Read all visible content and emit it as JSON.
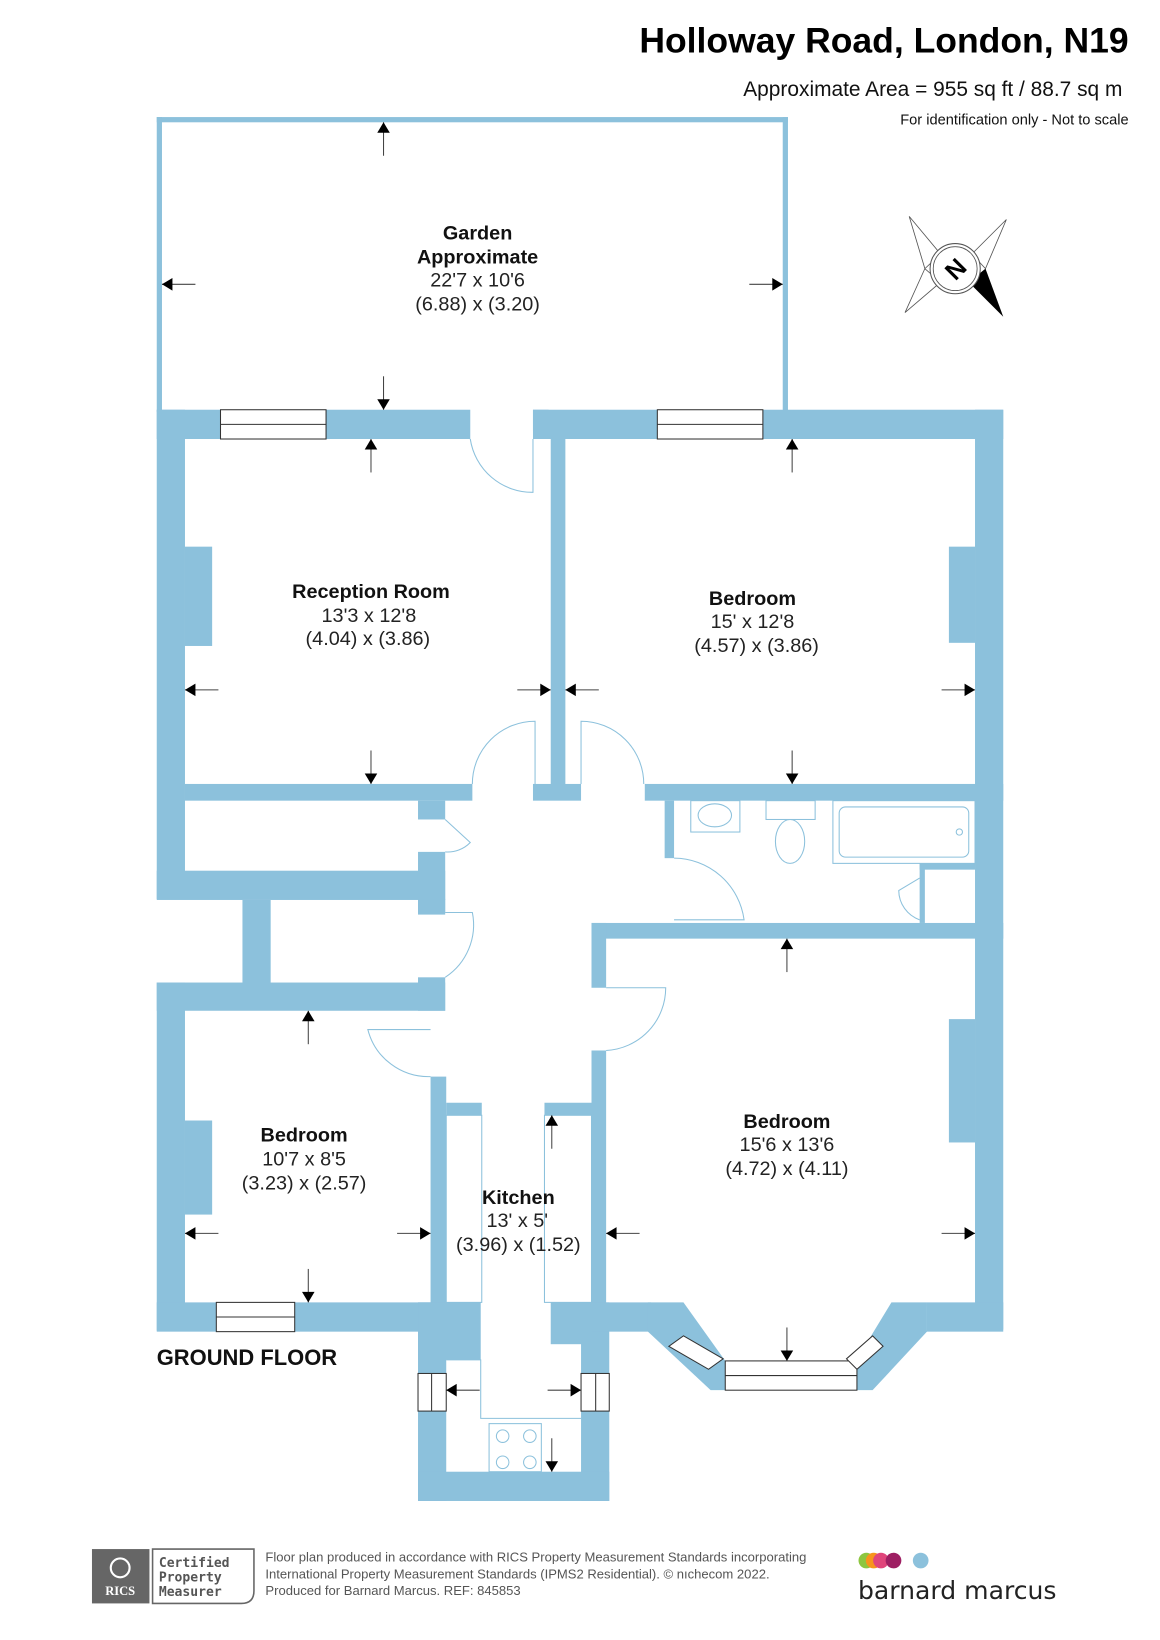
{
  "header": {
    "title": "Holloway Road, London, N19",
    "area": "Approximate Area = 955 sq ft / 88.7 sq m",
    "disclaimer": "For identification only - Not to scale"
  },
  "compass": {
    "label": "N",
    "icon": "compass-rose-icon"
  },
  "floor_label": "GROUND FLOOR",
  "wall_color": "#8cc1dc",
  "rooms": [
    {
      "name": "Garden",
      "name2": "Approximate",
      "imperial": "22'7 x 10'6",
      "metric": "(6.88) x (3.20)"
    },
    {
      "name": "Reception Room",
      "imperial": "13'3 x 12'8",
      "metric": "(4.04) x (3.86)"
    },
    {
      "name": "Bedroom",
      "imperial": "15' x 12'8",
      "metric": "(4.57) x (3.86)"
    },
    {
      "name": "Bedroom",
      "imperial": "10'7 x 8'5",
      "metric": "(3.23) x (2.57)"
    },
    {
      "name": "Kitchen",
      "imperial": "13' x 5'",
      "metric": "(3.96) x (1.52)"
    },
    {
      "name": "Bedroom",
      "imperial": "15'6 x 13'6",
      "metric": "(4.72) x (4.11)"
    }
  ],
  "footer": {
    "rics_badge": "RICS",
    "certified": [
      "Certified",
      "Property",
      "Measurer"
    ],
    "lines": [
      "Floor plan produced in accordance with RICS Property Measurement Standards incorporating",
      "International Property Measurement Standards (IPMS2 Residential).   © nıchecom 2022.",
      "Produced for Barnard Marcus.    REF:  845853"
    ],
    "brand": "barnard marcus",
    "brand_dots": [
      "#8dc63f",
      "#f7941d",
      "#e0457b",
      "#9e1f63",
      "#8cc1dc"
    ]
  }
}
